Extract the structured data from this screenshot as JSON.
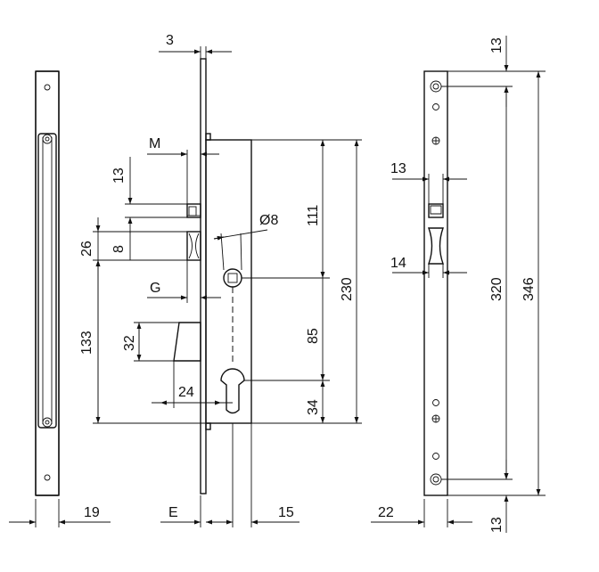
{
  "dimensions": {
    "faceplate_thickness": "3",
    "m_label": "M",
    "d13_left": "13",
    "d26": "26",
    "d8": "8",
    "diameter": "Ø8",
    "d111": "111",
    "d230": "230",
    "g_label": "G",
    "d133": "133",
    "d32": "32",
    "d85": "85",
    "d24": "24",
    "d34": "34",
    "d19": "19",
    "e_label": "E",
    "d15": "15",
    "d22": "22",
    "d13_top_right": "13",
    "d13_strike": "13",
    "d14": "14",
    "d320": "320",
    "d346": "346",
    "d13_bottom_right": "13"
  }
}
